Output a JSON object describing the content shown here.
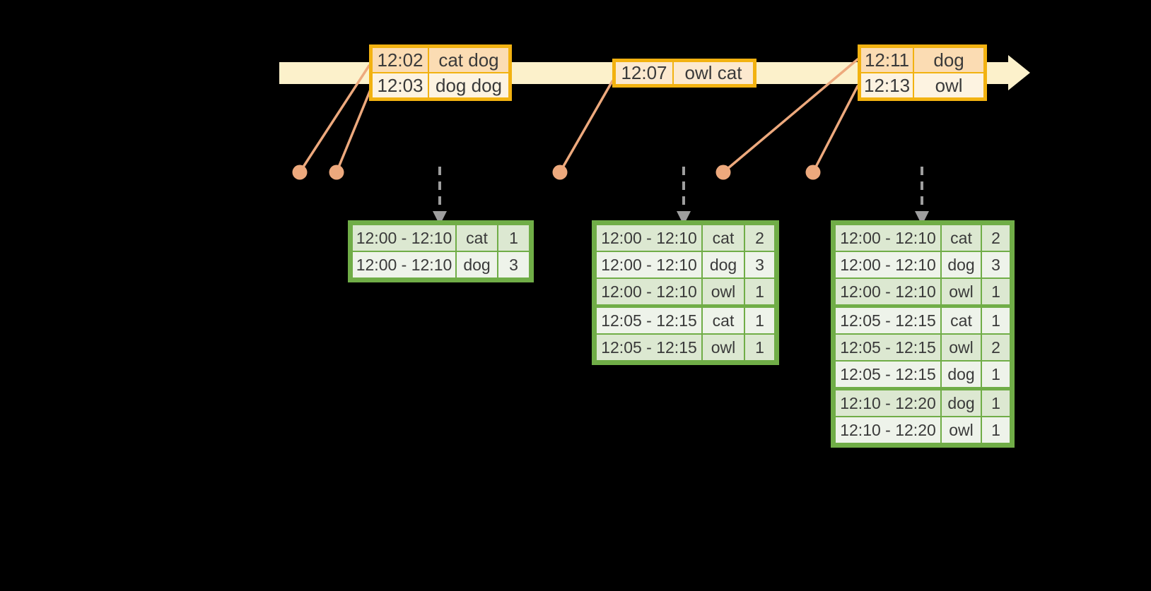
{
  "colors": {
    "background": "#000000",
    "timeline_band": "#FCF1CB",
    "event_border": "#F2B211",
    "event_row_dark": "#FBDCB3",
    "event_row_light": "#FDF3E1",
    "event_row_mid": "#FCE9CF",
    "connector": "#EDA97D",
    "result_border": "#70AD47",
    "result_row_dark": "#DCE8D1",
    "result_row_light": "#EEF3EA",
    "arrow_gray": "#9E9E9E",
    "text": "#3A3A3A"
  },
  "event_tables": [
    {
      "rows": [
        {
          "time": "12:02",
          "words": "cat dog"
        },
        {
          "time": "12:03",
          "words": "dog dog"
        }
      ]
    },
    {
      "rows": [
        {
          "time": "12:07",
          "words": "owl cat"
        }
      ]
    },
    {
      "rows": [
        {
          "time": "12:11",
          "words": "dog"
        },
        {
          "time": "12:13",
          "words": "owl"
        }
      ]
    }
  ],
  "result_tables": [
    {
      "rows": [
        {
          "window": "12:00 - 12:10",
          "key": "cat",
          "count": "1"
        },
        {
          "window": "12:00 - 12:10",
          "key": "dog",
          "count": "3"
        }
      ]
    },
    {
      "rows": [
        {
          "window": "12:00 - 12:10",
          "key": "cat",
          "count": "2"
        },
        {
          "window": "12:00 - 12:10",
          "key": "dog",
          "count": "3"
        },
        {
          "window": "12:00 - 12:10",
          "key": "owl",
          "count": "1"
        },
        {
          "window": "12:05 - 12:15",
          "key": "cat",
          "count": "1"
        },
        {
          "window": "12:05 - 12:15",
          "key": "owl",
          "count": "1"
        }
      ]
    },
    {
      "rows": [
        {
          "window": "12:00 - 12:10",
          "key": "cat",
          "count": "2"
        },
        {
          "window": "12:00 - 12:10",
          "key": "dog",
          "count": "3"
        },
        {
          "window": "12:00 - 12:10",
          "key": "owl",
          "count": "1"
        },
        {
          "window": "12:05 - 12:15",
          "key": "cat",
          "count": "1"
        },
        {
          "window": "12:05 - 12:15",
          "key": "owl",
          "count": "2"
        },
        {
          "window": "12:05 - 12:15",
          "key": "dog",
          "count": "1"
        },
        {
          "window": "12:10 - 12:20",
          "key": "dog",
          "count": "1"
        },
        {
          "window": "12:10 - 12:20",
          "key": "owl",
          "count": "1"
        }
      ]
    }
  ]
}
